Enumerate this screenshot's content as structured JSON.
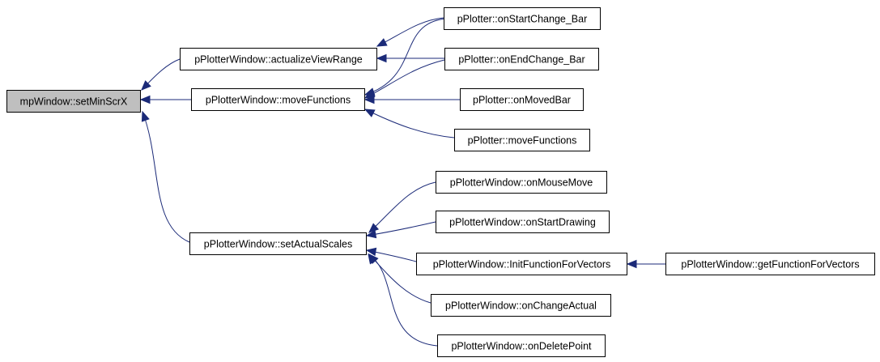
{
  "diagram": {
    "colors": {
      "edge": "#1b2a78",
      "node_border": "#000000",
      "root_fill": "#bfbfbf",
      "node_fill": "#ffffff"
    },
    "nodes": [
      {
        "id": "root",
        "label": "mpWindow::setMinScrX",
        "root": true
      },
      {
        "id": "avr",
        "label": "pPlotterWindow::actualizeViewRange"
      },
      {
        "id": "pw_mf",
        "label": "pPlotterWindow::moveFunctions"
      },
      {
        "id": "sas",
        "label": "pPlotterWindow::setActualScales"
      },
      {
        "id": "osc",
        "label": "pPlotter::onStartChange_Bar"
      },
      {
        "id": "oec",
        "label": "pPlotter::onEndChange_Bar"
      },
      {
        "id": "omb",
        "label": "pPlotter::onMovedBar"
      },
      {
        "id": "pp_mf",
        "label": "pPlotter::moveFunctions"
      },
      {
        "id": "omm",
        "label": "pPlotterWindow::onMouseMove"
      },
      {
        "id": "osd",
        "label": "pPlotterWindow::onStartDrawing"
      },
      {
        "id": "iffv",
        "label": "pPlotterWindow::InitFunctionForVectors"
      },
      {
        "id": "oca",
        "label": "pPlotterWindow::onChangeActual"
      },
      {
        "id": "odp",
        "label": "pPlotterWindow::onDeletePoint"
      },
      {
        "id": "gffv",
        "label": "pPlotterWindow::getFunctionForVectors"
      }
    ],
    "edges": [
      {
        "from": "avr",
        "to": "root"
      },
      {
        "from": "pw_mf",
        "to": "root"
      },
      {
        "from": "sas",
        "to": "root"
      },
      {
        "from": "osc",
        "to": "avr"
      },
      {
        "from": "oec",
        "to": "avr"
      },
      {
        "from": "osc",
        "to": "pw_mf"
      },
      {
        "from": "oec",
        "to": "pw_mf"
      },
      {
        "from": "omb",
        "to": "pw_mf"
      },
      {
        "from": "pp_mf",
        "to": "pw_mf"
      },
      {
        "from": "omm",
        "to": "sas"
      },
      {
        "from": "osd",
        "to": "sas"
      },
      {
        "from": "iffv",
        "to": "sas"
      },
      {
        "from": "oca",
        "to": "sas"
      },
      {
        "from": "odp",
        "to": "sas"
      },
      {
        "from": "gffv",
        "to": "iffv"
      }
    ]
  }
}
